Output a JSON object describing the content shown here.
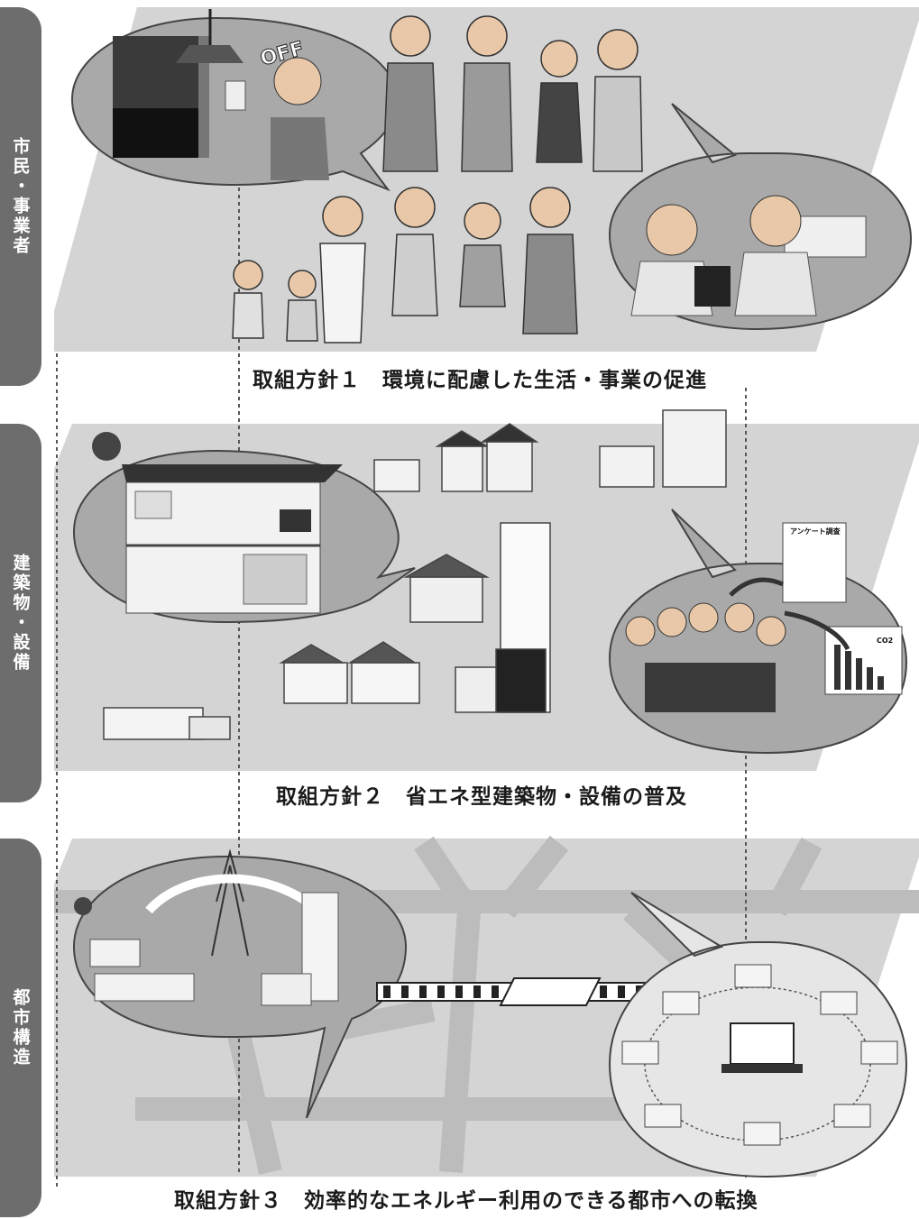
{
  "sections": [
    {
      "side_label": "市民・事業者",
      "caption": "取組方針１　環境に配慮した生活・事業の促進"
    },
    {
      "side_label": "建築物・設備",
      "caption": "取組方針２　省エネ型建築物・設備の普及"
    },
    {
      "side_label": "都市構造",
      "caption": "取組方針３　効率的なエネルギー利用のできる都市への転換"
    }
  ],
  "illustration_text": {
    "switch_off": "OFF",
    "survey_title": "アンケート調査",
    "co2": "CO2"
  },
  "colors": {
    "tab": "#6d6d6d",
    "panel": "#d4d4d4",
    "bubble": "#a9a9a9",
    "road": "#bcbcbc"
  }
}
